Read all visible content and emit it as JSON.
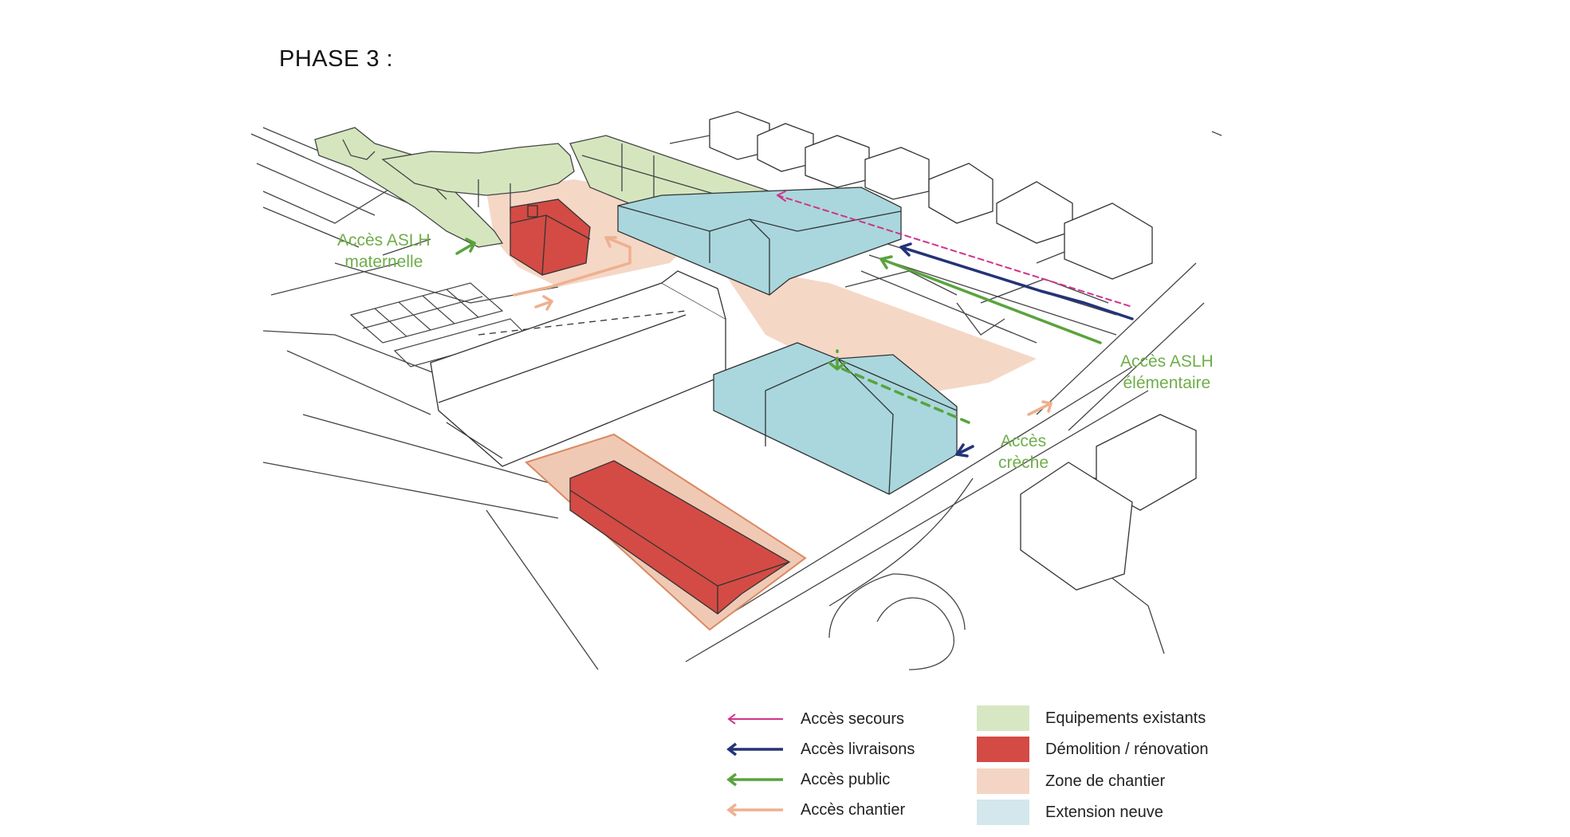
{
  "title": "PHASE 3 :",
  "labels": {
    "asl_maternelle": [
      "Accès ASLH",
      "maternelle"
    ],
    "asl_elementaire": [
      "Accès ASLH",
      "élémentaire"
    ],
    "creche": [
      "Accès",
      "crèche"
    ]
  },
  "legend": {
    "arrows": [
      {
        "label": "Accès secours",
        "color": "#d1338a"
      },
      {
        "label": "Accès livraisons",
        "color": "#243377"
      },
      {
        "label": "Accès public",
        "color": "#58a43c"
      },
      {
        "label": "Accès chantier",
        "color": "#eeb08f"
      }
    ],
    "zones": [
      {
        "label": "Equipements existants",
        "color": "#d7e7c3"
      },
      {
        "label": "Démolition / rénovation",
        "color": "#d34b44"
      },
      {
        "label": "Zone de chantier",
        "color": "#f4d5c5"
      },
      {
        "label": "Extension neuve",
        "color": "#d4e7ec"
      }
    ]
  },
  "colors": {
    "existing": "#d5e6bf",
    "demolition": "#d34b44",
    "chantier": "#f5d7c6",
    "extension": "#a9d7dd",
    "line": "#333333"
  }
}
